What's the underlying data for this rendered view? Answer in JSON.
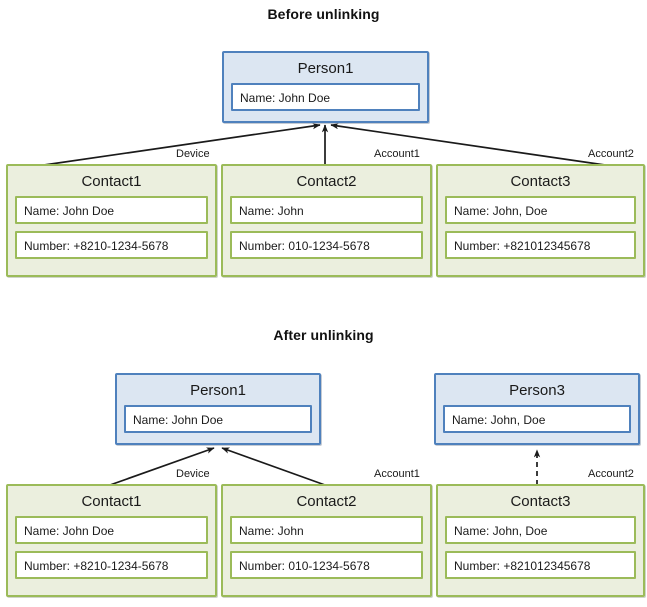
{
  "diagram": {
    "title_before": "Before unlinking",
    "title_after": "After unlinking",
    "colors": {
      "person_border": "#4f81bd",
      "person_fill": "#dce6f2",
      "contact_border": "#9bbb59",
      "contact_fill": "#ebefde",
      "edge": "#1a1a1a",
      "background": "#ffffff"
    }
  },
  "before": {
    "person": {
      "title": "Person1",
      "name_field": "Name:  John Doe"
    },
    "contacts": [
      {
        "title": "Contact1",
        "name_field": "Name:  John Doe",
        "number_field": "Number:  +8210-1234-5678",
        "edge_label": "Device"
      },
      {
        "title": "Contact2",
        "name_field": "Name:  John",
        "number_field": "Number: 010-1234-5678",
        "edge_label": "Account1"
      },
      {
        "title": "Contact3",
        "name_field": "Name:  John, Doe",
        "number_field": "Number:  +821012345678",
        "edge_label": "Account2"
      }
    ]
  },
  "after": {
    "persons": [
      {
        "title": "Person1",
        "name_field": "Name:  John Doe"
      },
      {
        "title": "Person3",
        "name_field": "Name:  John, Doe"
      }
    ],
    "contacts": [
      {
        "title": "Contact1",
        "name_field": "Name:  John Doe",
        "number_field": "Number:  +8210-1234-5678",
        "edge_label": "Device"
      },
      {
        "title": "Contact2",
        "name_field": "Name:  John",
        "number_field": "Number: 010-1234-5678",
        "edge_label": "Account1"
      },
      {
        "title": "Contact3",
        "name_field": "Name:  John, Doe",
        "number_field": "Number:  +821012345678",
        "edge_label": "Account2"
      }
    ]
  }
}
